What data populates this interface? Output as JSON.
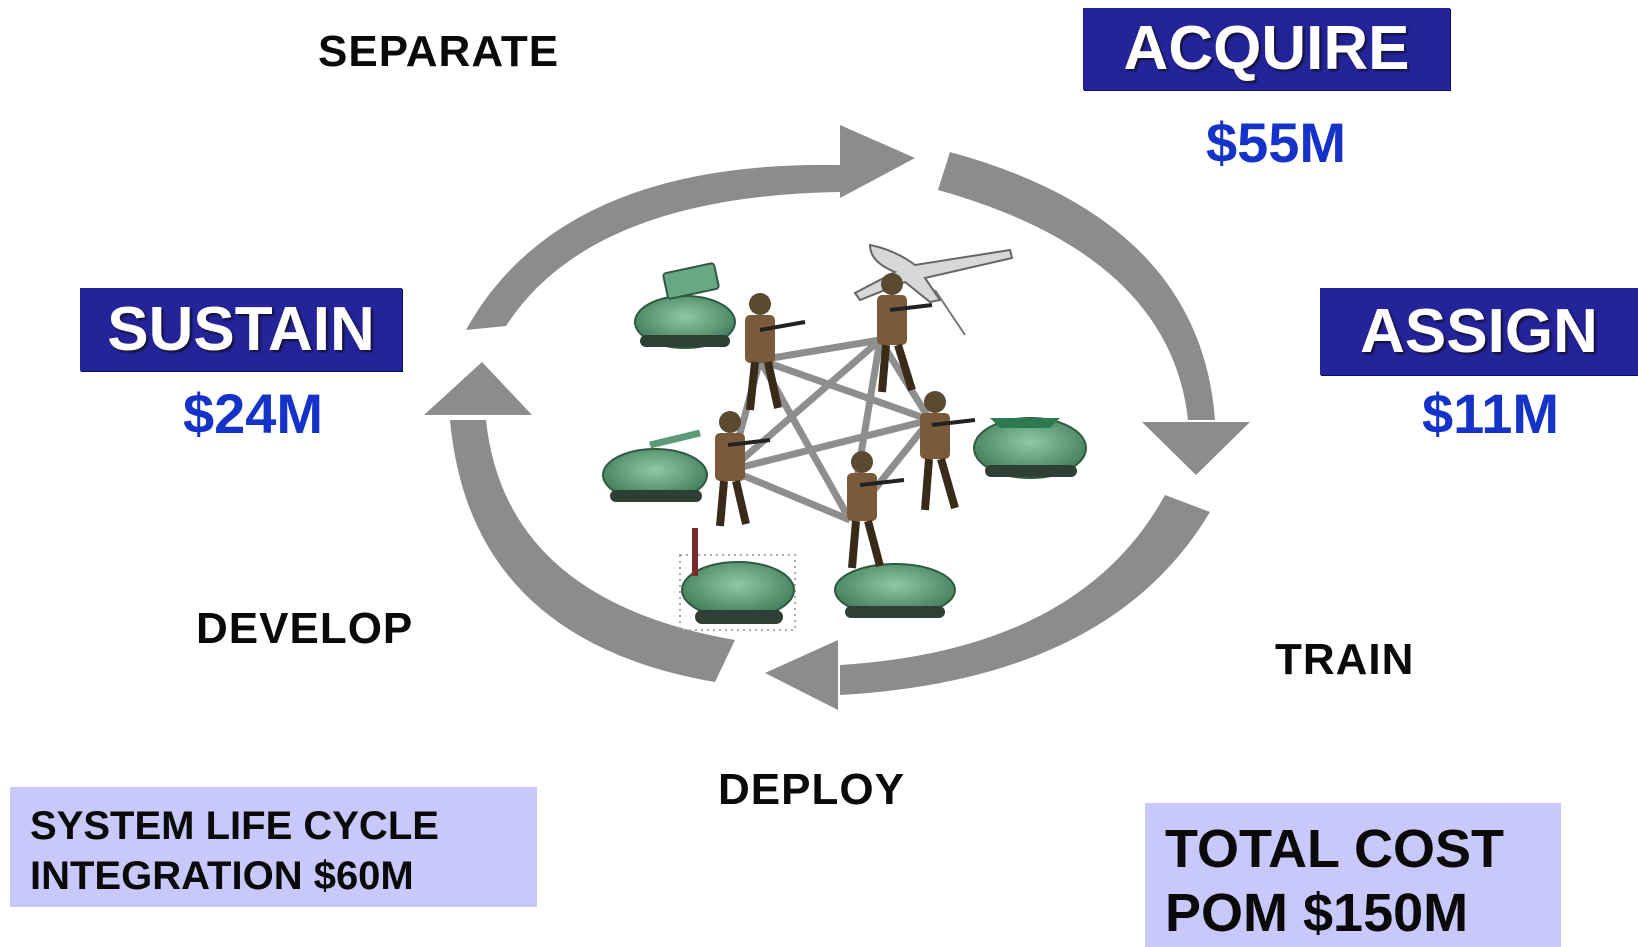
{
  "stages": {
    "separate": "SEPARATE",
    "develop": "DEVELOP",
    "deploy": "DEPLOY",
    "train": "TRAIN"
  },
  "phases": {
    "acquire": {
      "label": "ACQUIRE",
      "cost": "$55M"
    },
    "assign": {
      "label": "ASSIGN",
      "cost": "$11M"
    },
    "sustain": {
      "label": "SUSTAIN",
      "cost": "$24M"
    }
  },
  "integration_box": {
    "line1": "SYSTEM LIFE CYCLE",
    "line2": "INTEGRATION $60M"
  },
  "total_box": {
    "line1": "TOTAL COST",
    "line2": "POM $150M"
  },
  "colors": {
    "phase_box": "#24249a",
    "cost_text": "#1533c8",
    "info_box": "#c8c8fa",
    "cycle_arrow": "#8c8c8c",
    "network_link": "#8e8e8e",
    "vehicle_camo": "#5c9a78",
    "soldier_camo": "#7a5a3a"
  },
  "icons": [
    "cycle-arrow-icon",
    "soldier-icon",
    "armored-vehicle-icon",
    "uav-drone-icon",
    "network-link-icon"
  ]
}
